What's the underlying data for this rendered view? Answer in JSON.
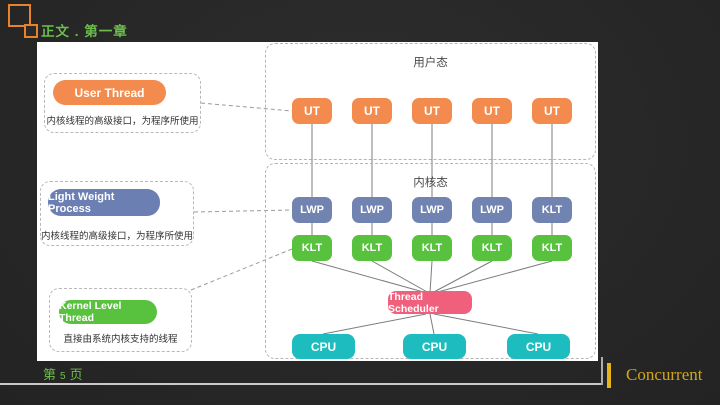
{
  "header": {
    "title": "正文 . 第一章"
  },
  "legend": [
    {
      "button": "User Thread",
      "desc": "内核线程的高级接口，为程序所使用"
    },
    {
      "button": "Light Weight Process",
      "desc": "内核线程的高级接口，为程序所使用"
    },
    {
      "button": "Kernel Level Thread",
      "desc": "直接由系统内核支持的线程"
    }
  ],
  "diagram": {
    "user_mode_label": "用户态",
    "kernel_mode_label": "内核态",
    "ut_nodes": [
      "UT",
      "UT",
      "UT",
      "UT",
      "UT"
    ],
    "lwp_nodes": [
      "LWP",
      "LWP",
      "LWP",
      "LWP",
      "KLT"
    ],
    "klt_nodes": [
      "KLT",
      "KLT",
      "KLT",
      "KLT",
      "KLT"
    ],
    "scheduler_label": "Thread Scheduler",
    "cpu_nodes": [
      "CPU",
      "CPU",
      "CPU"
    ]
  },
  "footer": {
    "page_prefix": "第",
    "page_number": "5",
    "page_suffix": "页",
    "brand": "Concurrent"
  },
  "colors": {
    "accent_green": "#6cbf4b",
    "brand_gold": "#d2a51c",
    "brand_bar_yellow": "#e7b41e",
    "logo_orange": "#e8822b",
    "node_orange": "#f28b4d",
    "node_blue": "#6b7fb3",
    "node_green": "#58c13e",
    "node_pink": "#f05f7b",
    "node_teal": "#1dbcbe"
  }
}
